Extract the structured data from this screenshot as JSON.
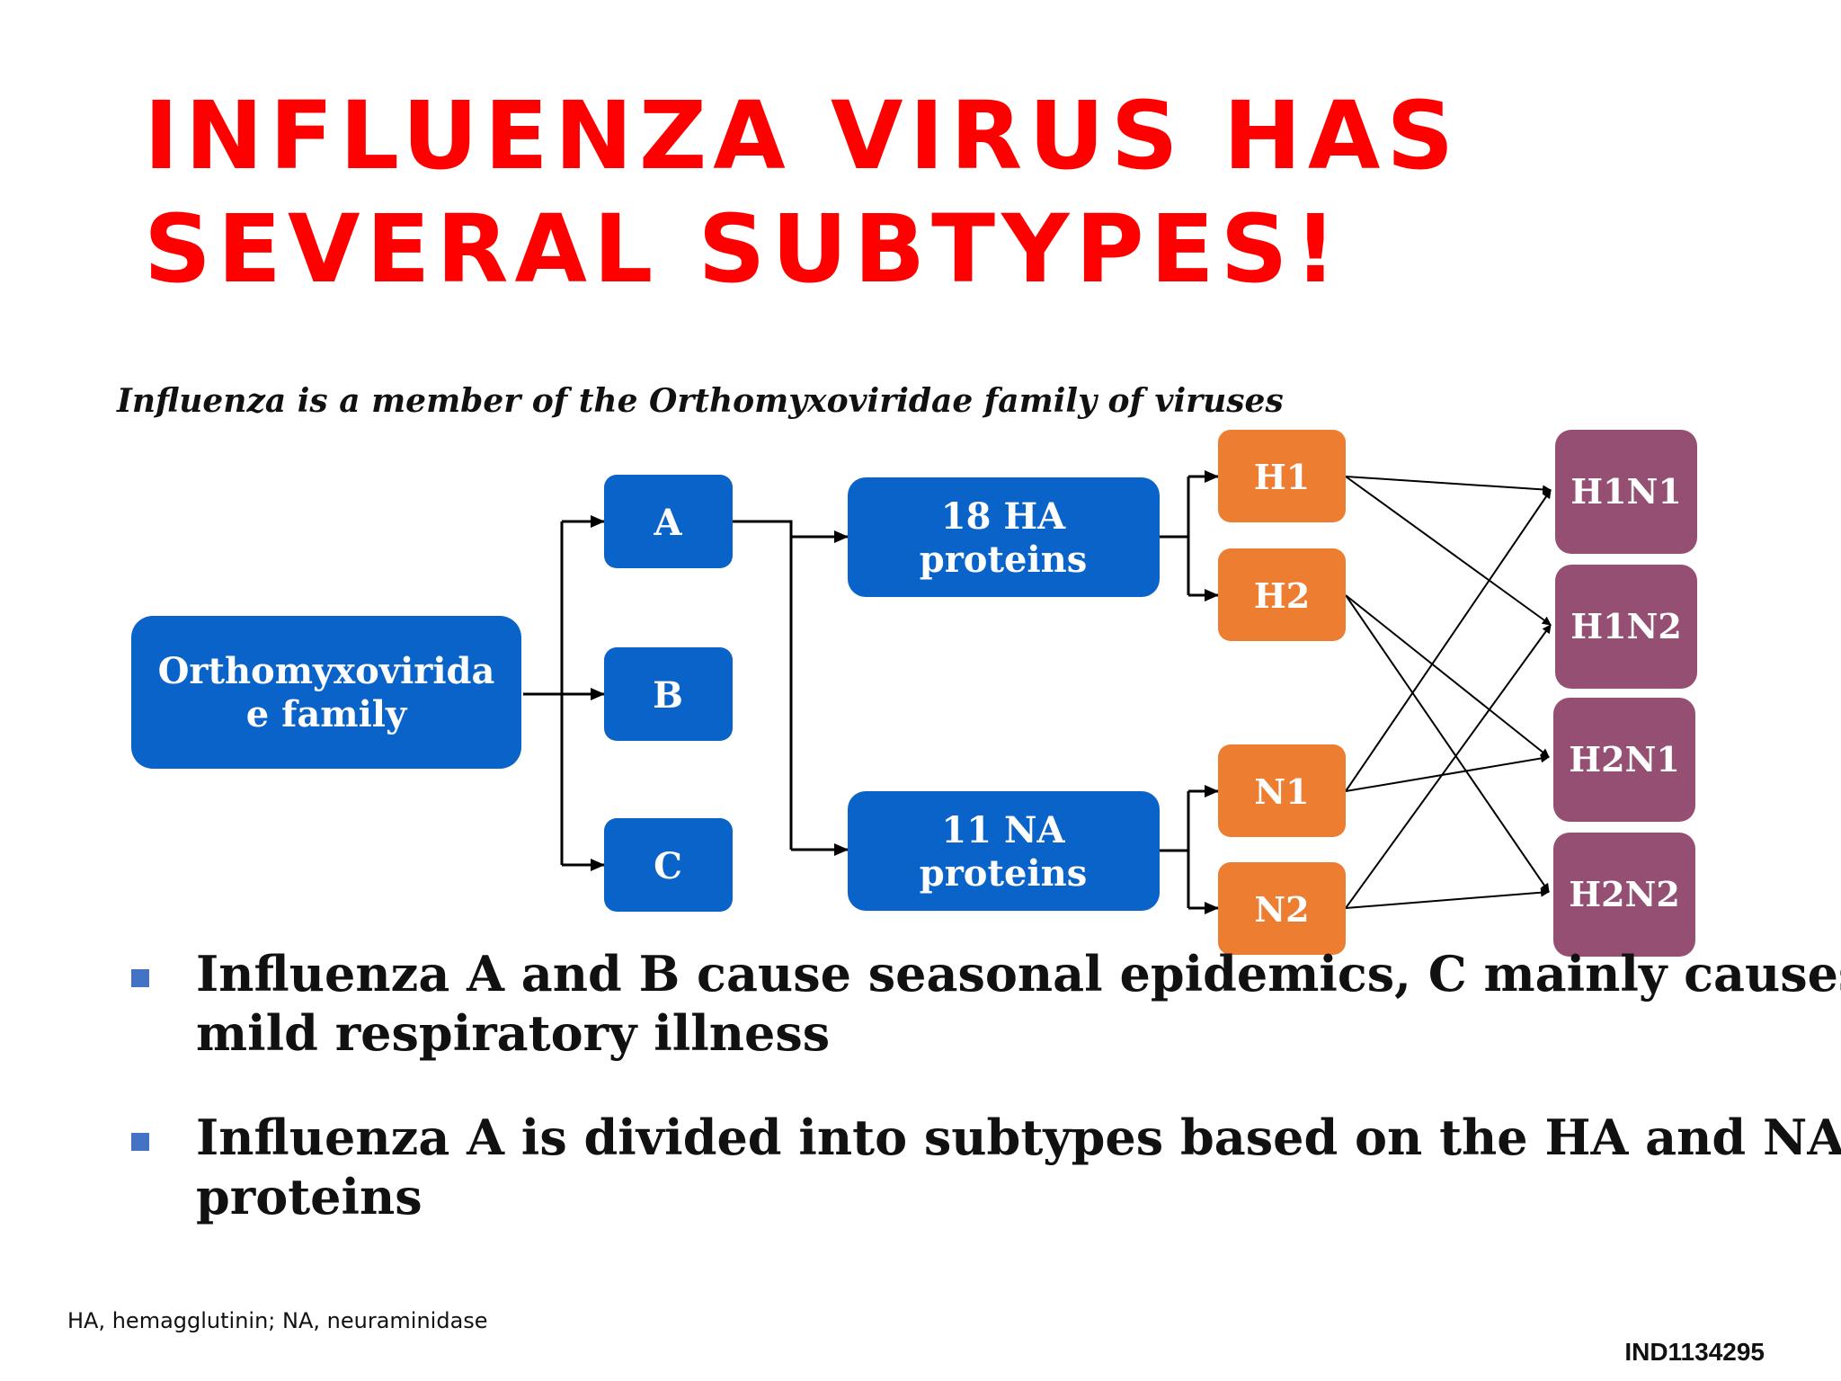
{
  "title": {
    "line1": "INFLUENZA VIRUS HAS",
    "line2": "SEVERAL SUBTYPES!"
  },
  "subtitle": "Influenza is a member of the Orthomyxoviridae family of viruses",
  "diagram": {
    "colors": {
      "blue": "#0a63c9",
      "orange": "#ed7d31",
      "purple": "#954f72",
      "text": "#ffffff",
      "line": "#000000"
    },
    "nodes": {
      "family": [
        "Orthomyxovirida",
        "e family"
      ],
      "type_a": "A",
      "type_b": "B",
      "type_c": "C",
      "ha": [
        "18 HA",
        "proteins"
      ],
      "na": [
        "11 NA",
        "proteins"
      ],
      "h1": "H1",
      "h2": "H2",
      "n1": "N1",
      "n2": "N2",
      "h1n1": "H1N1",
      "h1n2": "H1N2",
      "h2n1": "H2N1",
      "h2n2": "H2N2"
    }
  },
  "bullets": [
    [
      "Influenza A and B cause seasonal epidemics, C mainly causes",
      "mild respiratory illness"
    ],
    [
      "Influenza A is divided into subtypes based on the HA and NA",
      "proteins"
    ]
  ],
  "footnote": "HA, hemagglutinin; NA, neuraminidase",
  "code": "IND1134295"
}
